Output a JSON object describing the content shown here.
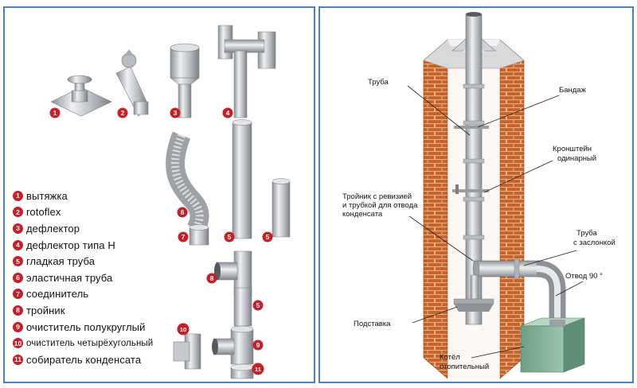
{
  "left_panel": {
    "legend": [
      {
        "num": "1",
        "label": "вытяжка"
      },
      {
        "num": "2",
        "label": "rotoflex"
      },
      {
        "num": "3",
        "label": "дефлектор"
      },
      {
        "num": "4",
        "label": "дефлектор типа Н"
      },
      {
        "num": "5",
        "label": "гладкая труба"
      },
      {
        "num": "6",
        "label": "эластичная труба"
      },
      {
        "num": "7",
        "label": "соединитель"
      },
      {
        "num": "8",
        "label": "тройник"
      },
      {
        "num": "9",
        "label": "очиститель полукруглый"
      },
      {
        "num": "10",
        "label": "очиститель четырёхугольный"
      },
      {
        "num": "11",
        "label": "собиратель конденсата"
      }
    ],
    "markers": {
      "m1": "1",
      "m2": "2",
      "m3": "3",
      "m4": "4",
      "m5a": "5",
      "m5b": "5",
      "m5c": "5",
      "m6": "6",
      "m7": "7",
      "m8": "8",
      "m9": "9",
      "m10": "10",
      "m11": "11"
    }
  },
  "right_panel": {
    "labels": {
      "pipe": "Труба",
      "band": "Бандаж",
      "bracket_l1": "Кронштейн",
      "bracket_l2": "одинарный",
      "tee_l1": "Тройник  с  ревизией",
      "tee_l2": "и трубкой для отвода",
      "tee_l3": "конденсата",
      "damper_l1": "Труба",
      "damper_l2": "с заслонкой",
      "elbow": "Отвод 90 °",
      "stand": "Подставка",
      "boiler_l1": "Котёл",
      "boiler_l2": "отопительный"
    }
  },
  "colors": {
    "border": "#4a7fc1",
    "badge": "#c81e28",
    "brick": "#c8642a",
    "metal": "#c9ccd0",
    "boiler": "#7fae96"
  }
}
